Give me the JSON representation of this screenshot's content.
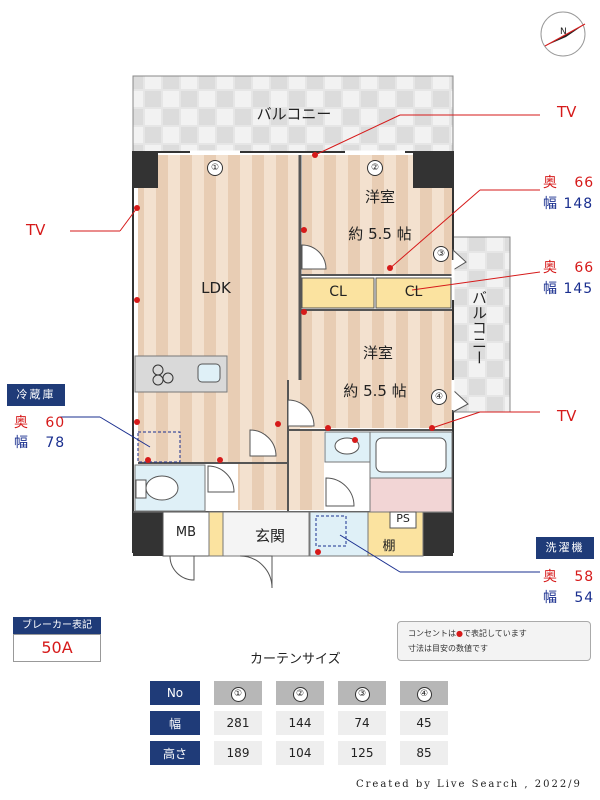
{
  "plan": {
    "balcony_top": "バルコニー",
    "balcony_side": "バルコニー",
    "ldk": "LDK",
    "western_room_1": "洋室",
    "western_room_1_size": "約 5.5 帖",
    "western_room_2": "洋室",
    "western_room_2_size": "約 5.5 帖",
    "closet_1": "CL",
    "closet_2": "CL",
    "entrance": "玄関",
    "mb": "MB",
    "ps": "PS",
    "shelf": "棚",
    "window_markers": [
      "①",
      "②",
      "③",
      "④"
    ]
  },
  "annotations": {
    "tv_labels": [
      "TV",
      "TV",
      "TV"
    ],
    "closet_dims": [
      {
        "depth_label": "奥",
        "depth": "66",
        "width_label": "幅",
        "width": "148"
      },
      {
        "depth_label": "奥",
        "depth": "66",
        "width_label": "幅",
        "width": "145"
      }
    ],
    "fridge": {
      "title": "冷蔵庫",
      "depth_label": "奥",
      "depth": "60",
      "width_label": "幅",
      "width": "78"
    },
    "washer": {
      "title": "洗濯機",
      "depth_label": "奥",
      "depth": "58",
      "width_label": "幅",
      "width": "54"
    }
  },
  "breaker": {
    "title": "ブレーカー表記",
    "value": "50A"
  },
  "notes": [
    "コンセントは",
    "で表記しています",
    "寸法は目安の数値です"
  ],
  "curtain": {
    "title": "カーテンサイズ",
    "row_no": "No",
    "row_width": "幅",
    "row_height": "高さ",
    "numbers": [
      "①",
      "②",
      "③",
      "④"
    ],
    "widths": [
      "281",
      "144",
      "74",
      "45"
    ],
    "heights": [
      "189",
      "104",
      "125",
      "85"
    ]
  },
  "credit": "Created by Live Search , 2022/9",
  "colors": {
    "outlet": "#d61a1a",
    "badge": "#1f3b78",
    "floor": "#ecd4bc",
    "closet": "#fbe3a0"
  }
}
